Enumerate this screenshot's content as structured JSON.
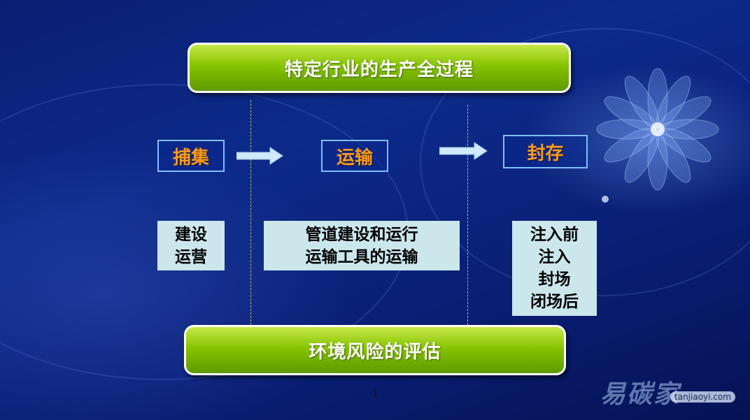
{
  "title_bar": "特定行业的生产全过程",
  "bottom_bar": "环境风险的评估",
  "stages": [
    {
      "label": "捕集",
      "details": [
        "建设",
        "运营"
      ]
    },
    {
      "label": "运输",
      "details": [
        "管道建设和运行",
        "运输工具的运输"
      ]
    },
    {
      "label": "封存",
      "details": [
        "注入前",
        "注入",
        "封场",
        "闭场后"
      ]
    }
  ],
  "page_number": "1",
  "watermark": {
    "main": "易碳家",
    "sub": "tanjiaoyi",
    "domain": ".com"
  },
  "colors": {
    "bar_green": "#86c400",
    "stage_text": "#ff9a1a",
    "info_bg": "#cbe7ec",
    "arrow": "#cfe9ff"
  }
}
